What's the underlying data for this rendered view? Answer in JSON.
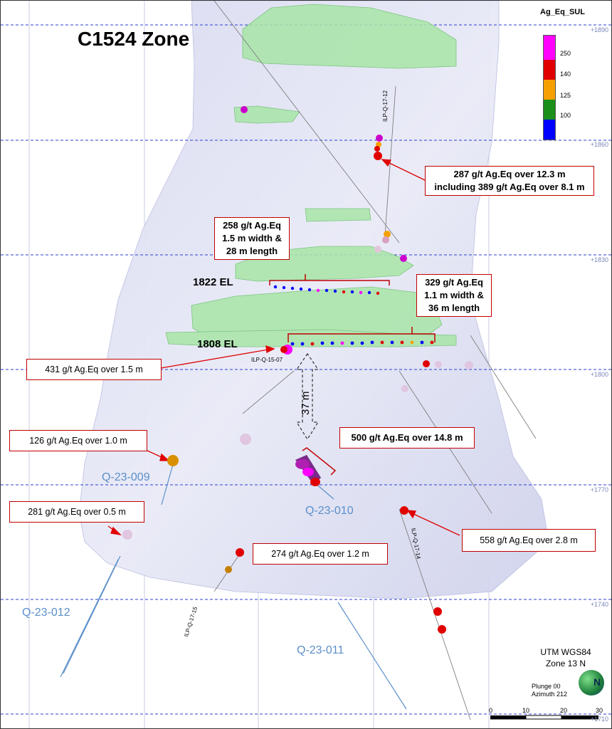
{
  "title": "C1524 Zone",
  "legend": {
    "title": "Ag_Eq_SUL",
    "labels": [
      "250",
      "140",
      "125",
      "100"
    ],
    "colors": [
      "#ff00ff",
      "#e00000",
      "#f5a000",
      "#1a8f1a",
      "#0000ff"
    ]
  },
  "elevation_labels": [
    "+1890",
    "+1860",
    "+1830",
    "+1800",
    "+1770",
    "+1740",
    "+1710"
  ],
  "levels": {
    "upper": "1822 EL",
    "lower": "1808 EL"
  },
  "callouts": {
    "c1_line1": "287 g/t Ag.Eq over 12.3 m",
    "c1_line2": "including 389 g/t Ag.Eq over 8.1 m",
    "c2_line1": "258 g/t Ag.Eq",
    "c2_line2": "1.5 m width &",
    "c2_line3": "28 m length",
    "c3_line1": "329 g/t Ag.Eq",
    "c3_line2": "1.1 m width &",
    "c3_line3": "36 m length",
    "c4": "431 g/t Ag.Eq over 1.5 m",
    "c5": "126 g/t Ag.Eq over 1.0 m",
    "c6": "500 g/t Ag.Eq over 14.8 m",
    "c7": "281 g/t Ag.Eq over 0.5 m",
    "c8": "274 g/t Ag.Eq over 1.2 m",
    "c9": "558 g/t Ag.Eq over 2.8 m"
  },
  "spacing_label": "37 m",
  "drillholes": {
    "q009": "Q-23-009",
    "q010": "Q-23-010",
    "q011": "Q-23-011",
    "q012": "Q-23-012"
  },
  "hole_ids": {
    "h1712": "ILP-Q-17-12",
    "h1507": "ILP-Q-15-07",
    "h1714": "ILP-Q-17-14",
    "h1715": "ILP-Q-17-15"
  },
  "coord_system": {
    "line1": "UTM WGS84",
    "line2": "Zone 13 N"
  },
  "view": {
    "plunge": "Plunge 00",
    "azimuth": "Azimuth 212"
  },
  "scale_bar": {
    "ticks": [
      "0",
      "10",
      "20",
      "30"
    ]
  },
  "compass_label": "N"
}
